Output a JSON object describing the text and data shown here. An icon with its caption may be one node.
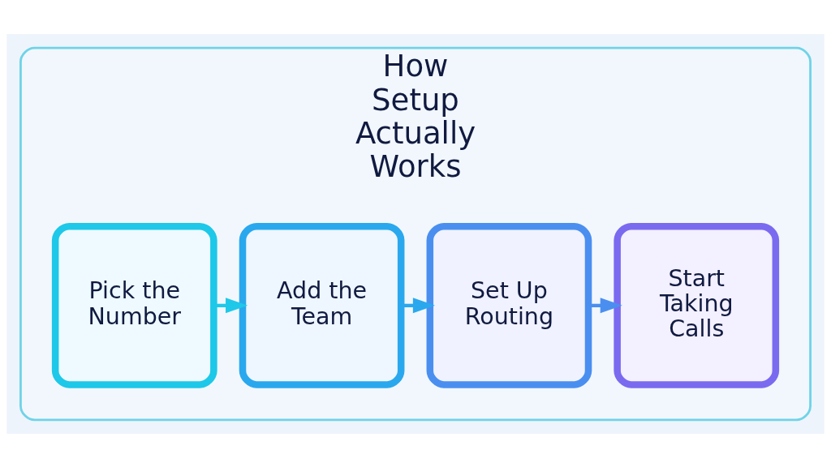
{
  "diagram": {
    "nodes": [
      {
        "text": [
          "How Setup Actually Works"
        ]
      },
      {
        "text": [
          "Pick the Number"
        ],
        "in": 0
      },
      {
        "text": [
          "Add the Team"
        ],
        "in": 0
      },
      {
        "text": [
          "Set Up Routing"
        ],
        "in": 0
      },
      {
        "text": [
          "Start Taking Calls"
        ],
        "in": 0
      }
    ],
    "edges": [
      {
        "from": 1,
        "to": 2,
        "arrow": "to"
      },
      {
        "from": 2,
        "to": 3,
        "arrow": "to"
      },
      {
        "from": 3,
        "to": 4,
        "arrow": "to"
      }
    ]
  }
}
